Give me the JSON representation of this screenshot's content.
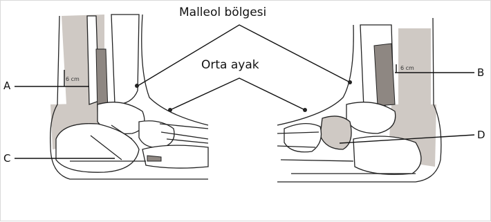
{
  "title_label": "Malleol bölgesi",
  "midfoot_label": "Orta ayak",
  "points": {
    "a": "A",
    "b": "B",
    "c": "C",
    "d": "D"
  },
  "measure_left": "6 cm",
  "measure_right": "6 cm"
}
